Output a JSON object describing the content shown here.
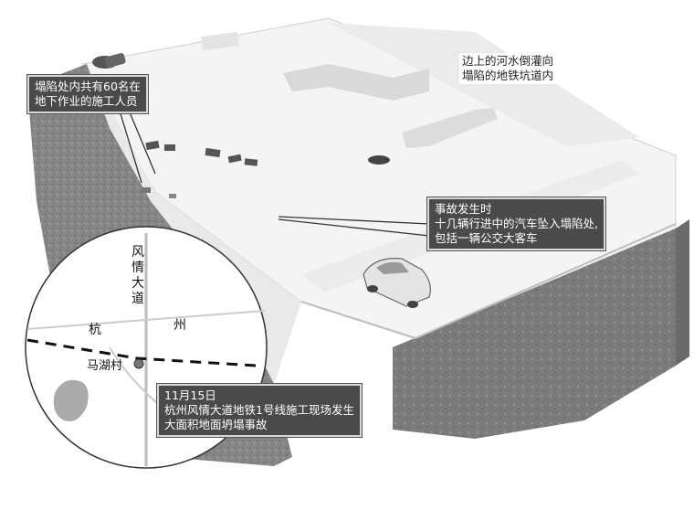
{
  "annotations": {
    "workers": [
      "塌陷处内共有60名在",
      "地下作业的施工人员"
    ],
    "river_water": [
      "边上的河水倒灌向",
      "塌陷的地铁坑道内"
    ],
    "vehicles": [
      "事故发生时",
      "十几辆行进中的汽车坠入塌陷处,",
      "包括一辆公交大客车"
    ],
    "date_event": [
      "11月15日",
      "杭州风情大道地铁1号线施工现场发生",
      "大面积地面坍塌事故"
    ]
  },
  "map": {
    "road_label": "风情大道",
    "city_label_left": "杭",
    "city_label_right": "州",
    "village_label": "马湖村"
  },
  "colors": {
    "callout_bg": "#4a4a4a",
    "callout_border": "#d8d8d8",
    "pit_wall": "#7a7a7a",
    "cross_section": "#8c8c8c"
  }
}
